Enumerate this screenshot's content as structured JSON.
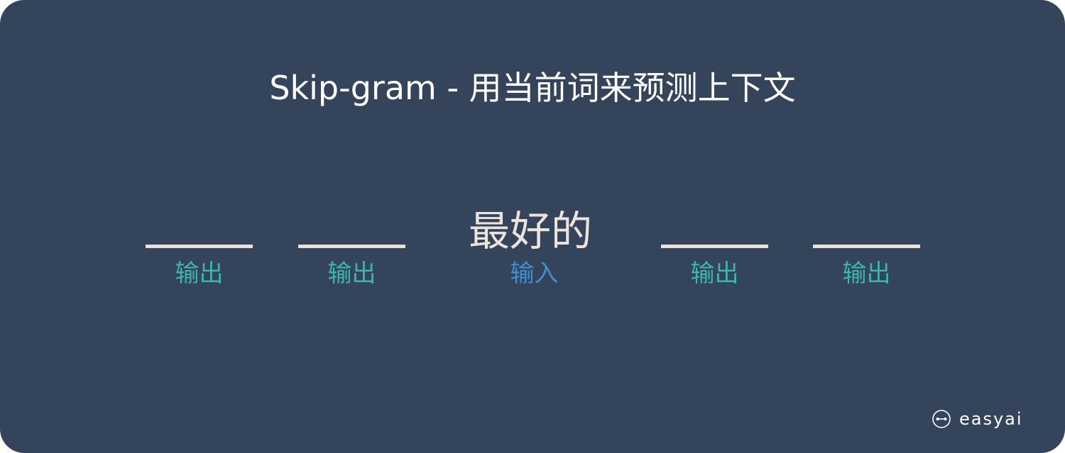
{
  "title": "Skip-gram - 用当前词来预测上下文",
  "center_word": "最好的",
  "slots": [
    {
      "caption": "输出",
      "role": "output"
    },
    {
      "caption": "输出",
      "role": "output"
    },
    {
      "caption": "输入",
      "role": "input"
    },
    {
      "caption": "输出",
      "role": "output"
    },
    {
      "caption": "输出",
      "role": "output"
    }
  ],
  "logo": {
    "icon": "easyai-logo-icon",
    "text": "easyai"
  },
  "colors": {
    "background": "#34445a",
    "output": "#3cb5ae",
    "input": "#3f8fcf",
    "blank": "#e9e2dc",
    "center_word": "#ebe3dc"
  }
}
